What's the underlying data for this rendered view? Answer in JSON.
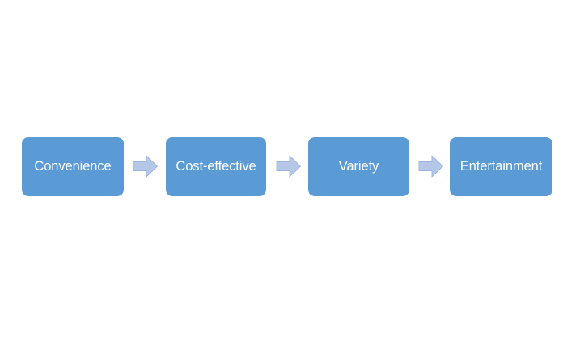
{
  "diagram": {
    "type": "linear-process-flow",
    "orientation": "horizontal",
    "background_color": "#FFFFFF",
    "box_fill_color": "#5B9BD5",
    "box_text_color": "#FFFFFF",
    "arrow_fill_color": "#B4C7E7",
    "arrow_stroke_color": "#9DB5DC",
    "steps": [
      {
        "label": "Convenience"
      },
      {
        "label": "Cost-effective"
      },
      {
        "label": "Variety"
      },
      {
        "label": "Entertainment"
      }
    ],
    "connectors": [
      {
        "icon": "right-arrow-icon",
        "from": "Convenience",
        "to": "Cost-effective"
      },
      {
        "icon": "right-arrow-icon",
        "from": "Cost-effective",
        "to": "Variety"
      },
      {
        "icon": "right-arrow-icon",
        "from": "Variety",
        "to": "Entertainment"
      }
    ]
  }
}
